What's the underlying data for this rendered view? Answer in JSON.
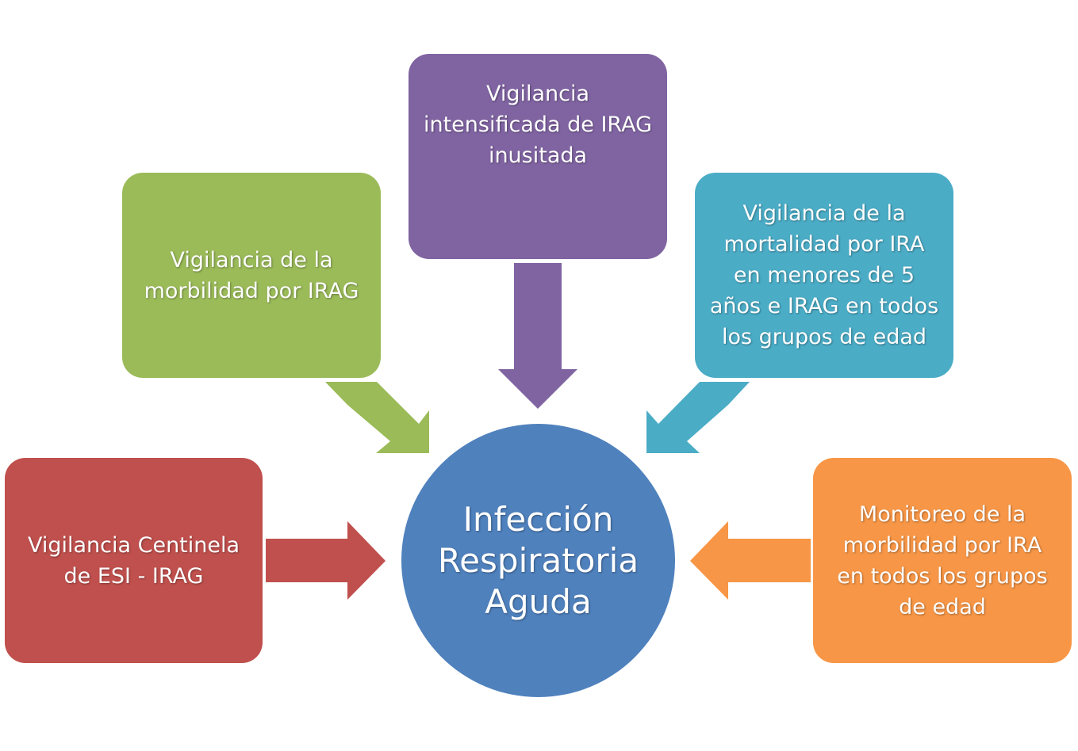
{
  "colors": {
    "red": "#c0504d",
    "green": "#9bbb59",
    "purple": "#8064a2",
    "blue": "#4bacc6",
    "orange": "#f79646",
    "center": "#4f81bd"
  },
  "center": {
    "label": "Infección Respiratoria Aguda"
  },
  "boxes": {
    "red": {
      "label": "Vigilancia Centinela de ESI - IRAG"
    },
    "green": {
      "label": "Vigilancia de la morbilidad por IRAG"
    },
    "purple": {
      "label": "Vigilancia intensificada de IRAG inusitada"
    },
    "blue": {
      "label": "Vigilancia de la mortalidad por IRA en menores de 5 años e IRAG en todos los grupos de edad"
    },
    "orange": {
      "label": "Monitoreo de la morbilidad por IRA en todos los grupos de edad"
    }
  }
}
